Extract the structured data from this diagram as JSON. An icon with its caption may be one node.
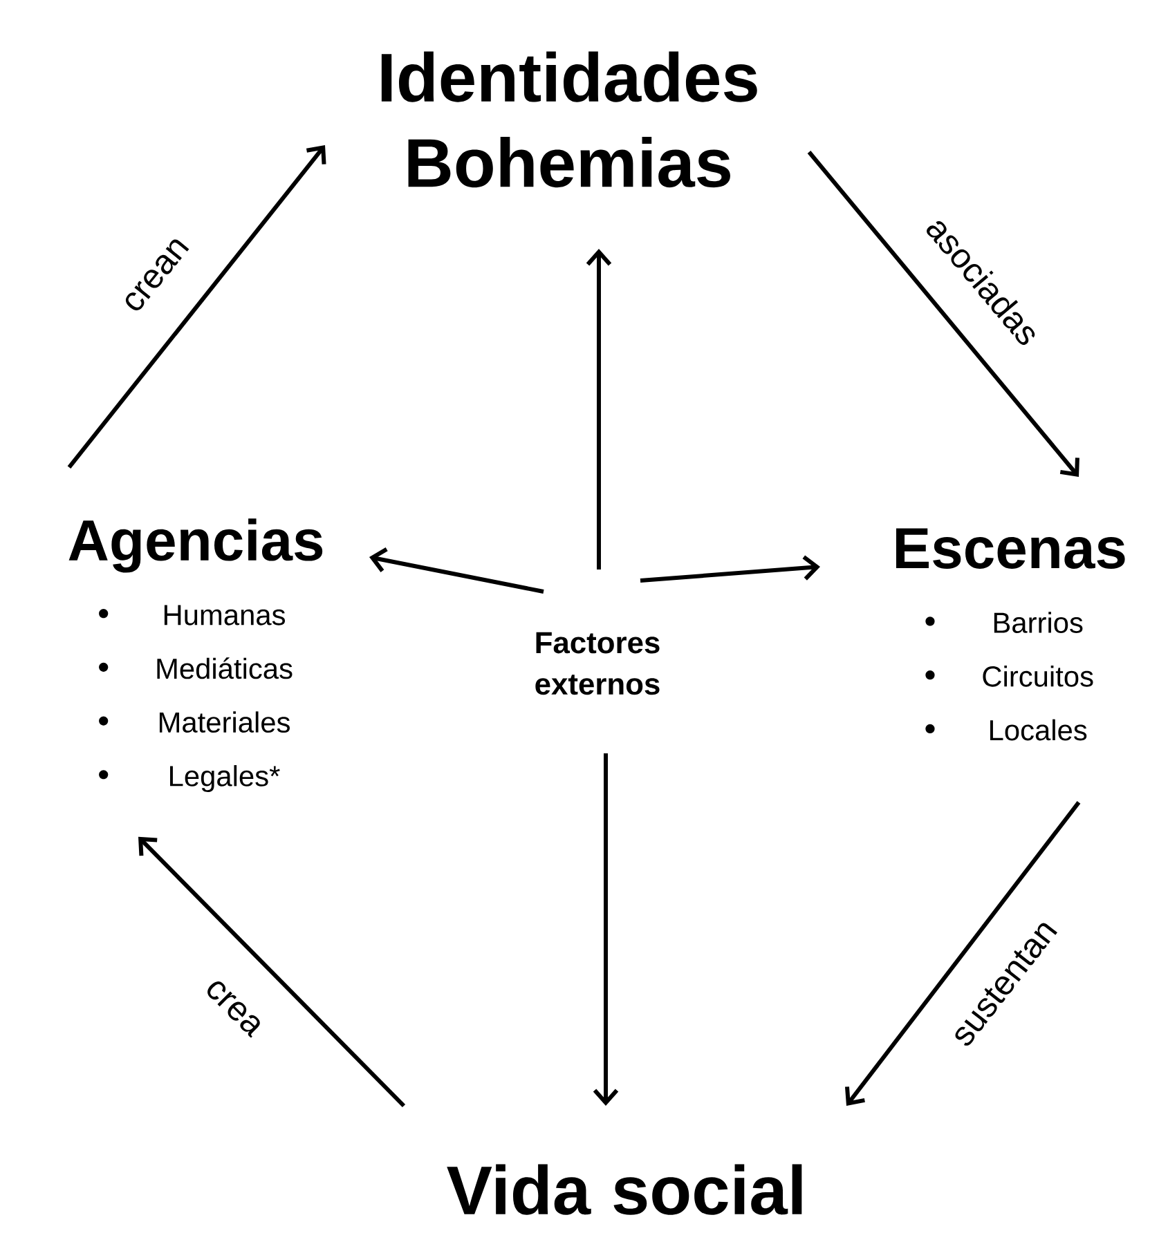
{
  "diagram": {
    "nodes": [
      {
        "text": [
          "Identidades Bohemias"
        ]
      },
      {
        "text": [
          "Agencias",
          "Humanas",
          "Mediáticas",
          "Materiales",
          "Legales*"
        ]
      },
      {
        "text": [
          "Factores externos"
        ]
      },
      {
        "text": [
          "Escenas",
          "Barrios",
          "Circuitos",
          "Locales"
        ]
      },
      {
        "text": [
          "Vida social"
        ]
      }
    ],
    "edges": [
      {
        "from": 1,
        "to": 0,
        "arrow": "to",
        "label": "crean"
      },
      {
        "from": 0,
        "to": 3,
        "arrow": "to",
        "label": "asociadas"
      },
      {
        "from": 3,
        "to": 4,
        "arrow": "to",
        "label": "sustentan"
      },
      {
        "from": 4,
        "to": 1,
        "arrow": "to",
        "label": "crea"
      },
      {
        "from": 2,
        "to": 0,
        "arrow": "to"
      },
      {
        "from": 2,
        "to": 1,
        "arrow": "to"
      },
      {
        "from": 2,
        "to": 3,
        "arrow": "to"
      },
      {
        "from": 2,
        "to": 4,
        "arrow": "to"
      }
    ]
  }
}
